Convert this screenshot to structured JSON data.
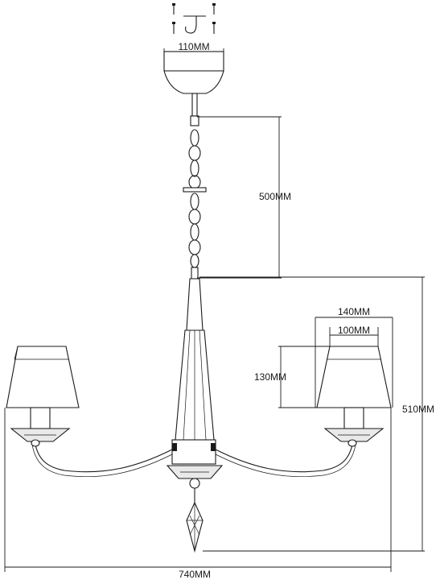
{
  "dimensions": {
    "canopy_width": "110MM",
    "chain_length": "500MM",
    "shade_top_width": "100MM",
    "shade_bottom_width": "140MM",
    "shade_height": "130MM",
    "total_height": "510MM",
    "total_width": "740MM"
  }
}
